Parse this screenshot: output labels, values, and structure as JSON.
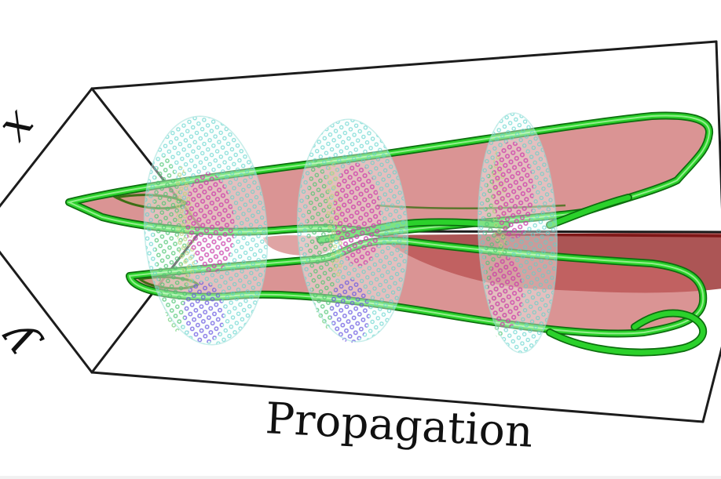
{
  "figure": {
    "kind": "3d-isosurface-visualization",
    "labels": {
      "x_axis": "x",
      "y_axis": "y",
      "propagation_axis": "Propagation"
    },
    "palette": {
      "frame_line": "#1c1c1c",
      "filament_sheet_pink": "#ca6767",
      "filament_sheet_dark_red": "#9a3030",
      "isosurface_tube_green": "#2bd12b",
      "isosurface_tube_green_dark": "#0c6e0e",
      "mesh_dots_cyan": "#6fd8d2",
      "mesh_dots_magenta": "#d94fb4",
      "mesh_dots_purple": "#7e5fe8",
      "mesh_dots_yellow_green": "#c8d989",
      "mesh_dots_green": "#5fc96a"
    },
    "elements": [
      "bounding-box-frame",
      "upper-filament-isosurface",
      "lower-filament-isosurface",
      "intensity-slice-1",
      "intensity-slice-2",
      "intensity-slice-3"
    ]
  }
}
